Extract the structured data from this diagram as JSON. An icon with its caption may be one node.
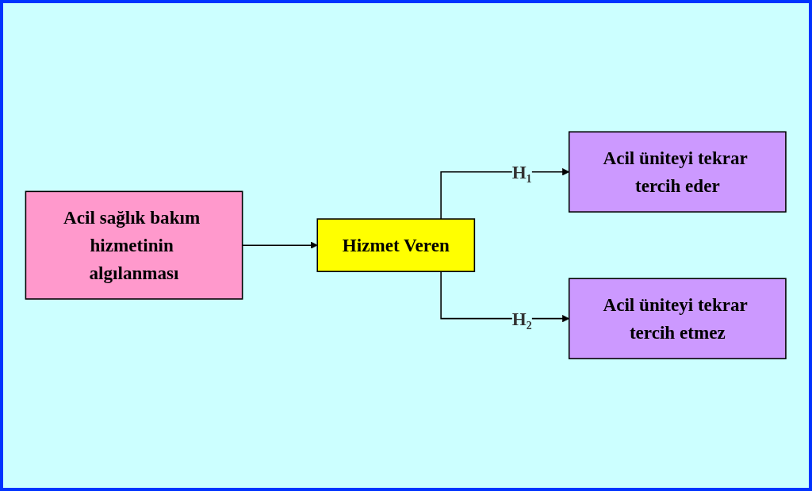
{
  "diagram": {
    "nodes": [
      {
        "text": [
          "Acil sağlık bakım hizmetinin algılanması"
        ]
      },
      {
        "text": [
          "Hizmet Veren"
        ]
      },
      {
        "text": [
          "Acil üniteyi tekrar tercih eder"
        ]
      },
      {
        "text": [
          "Acil üniteyi tekrar tercih etmez"
        ]
      }
    ],
    "edges": [
      {
        "from": 0,
        "to": 1,
        "arrow": "to"
      },
      {
        "from": 1,
        "to": 2,
        "arrow": "to",
        "label": "H₁"
      },
      {
        "from": 1,
        "to": 3,
        "arrow": "to",
        "label": "H₂"
      }
    ]
  }
}
